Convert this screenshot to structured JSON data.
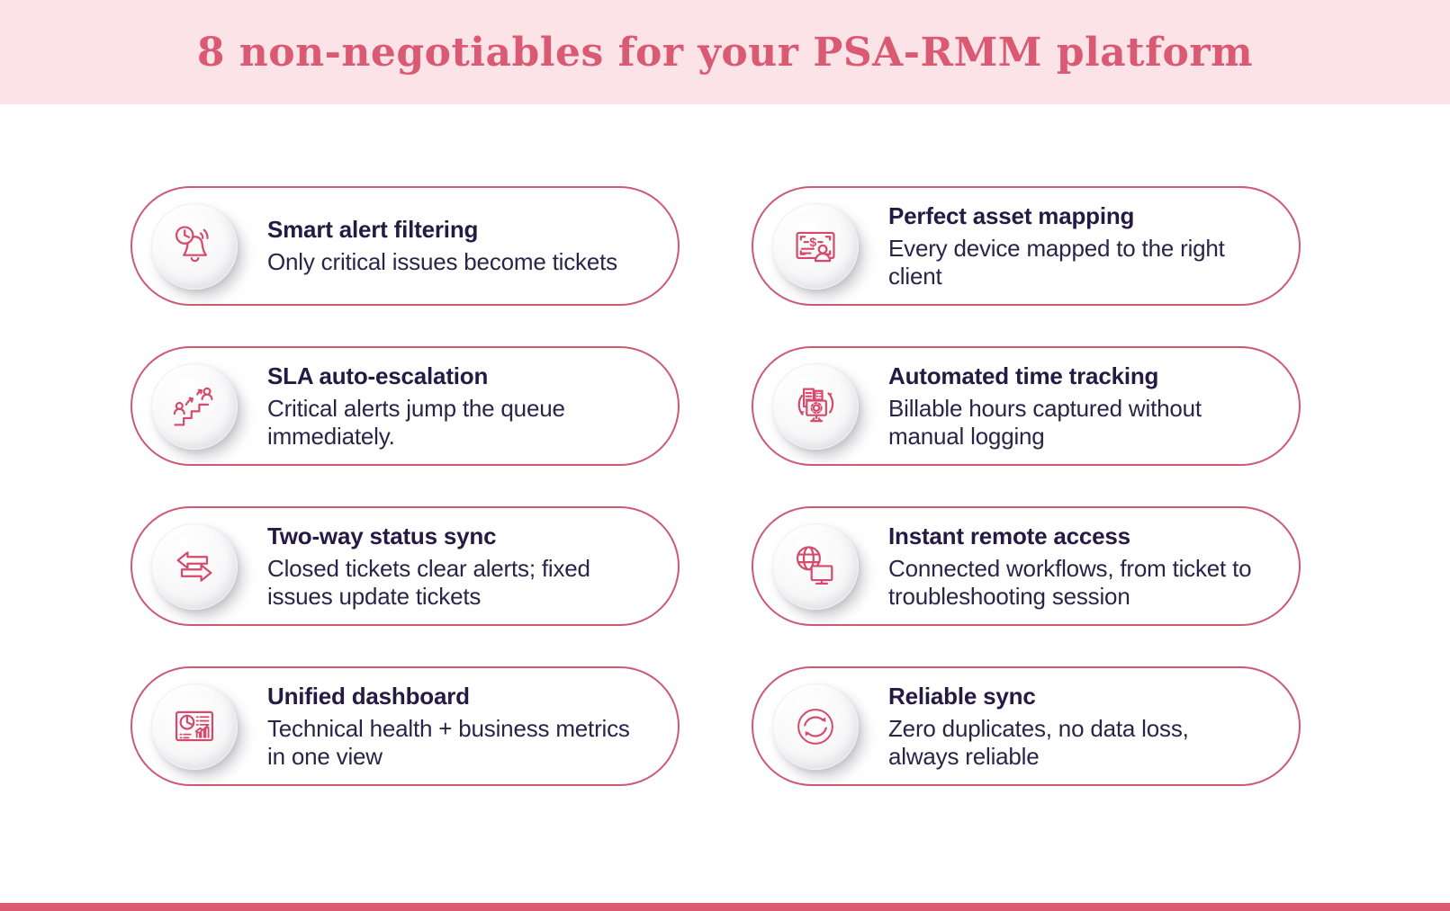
{
  "header": {
    "title": "8 non-negotiables for your PSA-RMM platform"
  },
  "cards": [
    {
      "title": "Smart alert filtering",
      "description": "Only critical issues become tickets",
      "icon": "alert-bell-clock-icon"
    },
    {
      "title": "Perfect asset mapping",
      "description": "Every device mapped to the right client",
      "icon": "asset-card-person-icon"
    },
    {
      "title": "SLA auto-escalation",
      "description": "Critical alerts jump the queue immediately.",
      "icon": "escalation-stairs-icon"
    },
    {
      "title": "Automated time tracking",
      "description": "Billable hours captured without manual logging",
      "icon": "monitor-gear-cycle-icon"
    },
    {
      "title": "Two-way status sync",
      "description": "Closed tickets clear alerts; fixed issues update tickets",
      "icon": "two-way-arrows-icon"
    },
    {
      "title": "Instant remote access",
      "description": "Connected workflows, from ticket to troubleshooting session",
      "icon": "globe-monitor-icon"
    },
    {
      "title": "Unified dashboard",
      "description": "Technical health + business metrics in one view",
      "icon": "dashboard-charts-icon"
    },
    {
      "title": "Reliable sync",
      "description": "Zero duplicates, no data loss, always reliable",
      "icon": "sync-arrows-icon"
    }
  ],
  "colors": {
    "accent": "#d6496a",
    "card_border": "#cc5a73",
    "header_bg": "#fbe3e8",
    "header_text": "#d95a72",
    "title_text": "#241b44",
    "body_text": "#2b2449",
    "footer_bar": "#dd5b72"
  }
}
